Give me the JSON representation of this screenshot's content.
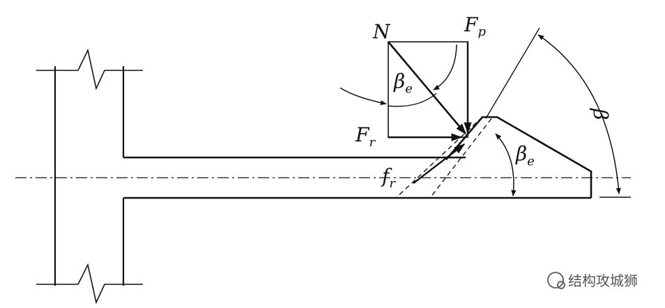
{
  "labels": {
    "N": "N",
    "Fp_main": "F",
    "Fp_sub": "p",
    "Fr_main": "F",
    "Fr_sub": "r",
    "fr_main": "f",
    "fr_sub": "r",
    "beta_e_box_main": "β",
    "beta_e_box_sub": "e",
    "beta_e_wedge_main": "β",
    "beta_e_wedge_sub": "e",
    "beta": "β"
  },
  "watermark": {
    "text": "结构攻城狮",
    "icon": "wechat-channel-icon"
  },
  "colors": {
    "stroke": "#111111",
    "background": "#ffffff",
    "watermark": "#555555"
  }
}
